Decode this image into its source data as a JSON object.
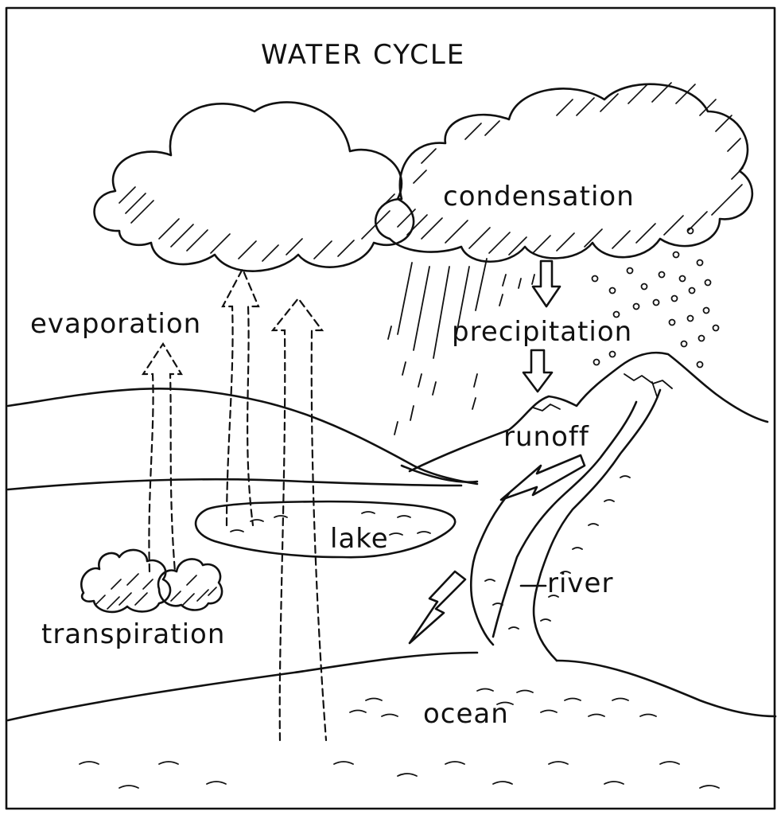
{
  "diagram": {
    "title": "WATER CYCLE",
    "labels": {
      "condensation": "condensation",
      "evaporation": "evaporation",
      "precipitation": "precipitation",
      "runoff": "runoff",
      "lake": "lake",
      "river": "river",
      "transpiration": "transpiration",
      "ocean": "ocean"
    }
  }
}
